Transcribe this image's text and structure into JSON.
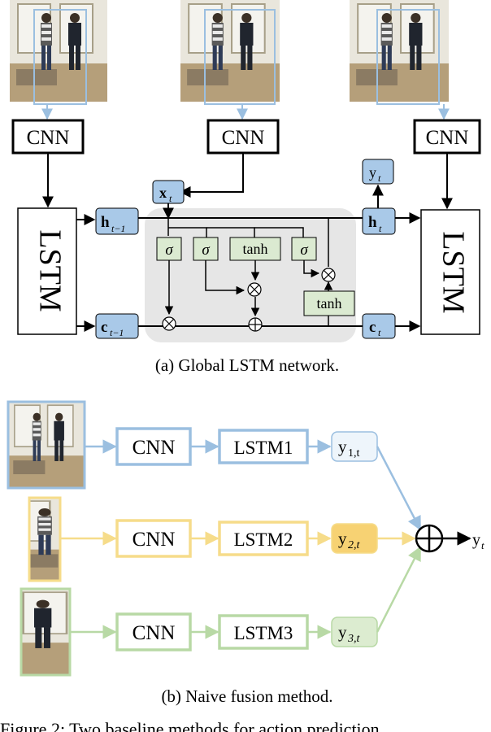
{
  "part_a": {
    "caption": "(a)  Global LSTM network.",
    "cnn_labels": [
      "CNN",
      "CNN",
      "CNN"
    ],
    "lstm_left": "LSTM",
    "lstm_right": "LSTM",
    "xt": "x",
    "xt_sub": "t",
    "yt": "y",
    "yt_sub": "t",
    "h_prev": "h",
    "h_prev_sub": "t−1",
    "c_prev": "c",
    "c_prev_sub": "t−1",
    "h_t": "h",
    "h_t_sub": "t",
    "c_t": "c",
    "c_t_sub": "t",
    "gates": [
      "σ",
      "σ",
      "tanh",
      "σ"
    ],
    "tanh_out": "tanh",
    "ops": [
      "⊗",
      "⊗",
      "⊗",
      "⊕"
    ]
  },
  "part_b": {
    "caption": "(b)  Naive fusion method.",
    "rows": [
      {
        "cnn": "CNN",
        "lstm": "LSTM1",
        "y": "y",
        "y_sub": "1,t",
        "color": "#9bbfe0",
        "fill": "#eef5fb"
      },
      {
        "cnn": "CNN",
        "lstm": "LSTM2",
        "y": "y",
        "y_sub": "2,t",
        "color": "#f6dc8a",
        "fill": "#f7d273"
      },
      {
        "cnn": "CNN",
        "lstm": "LSTM3",
        "y": "y",
        "y_sub": "3,t",
        "color": "#b8d9a5",
        "fill": "#dcecd0"
      }
    ],
    "fusion_symbol": "⊕",
    "output": "y",
    "output_sub": "t"
  },
  "figure_caption": "Figure 2:  Two baseline methods for action prediction.",
  "colors": {
    "node_blue": "#a9c9e8",
    "gate_green": "#dbead1",
    "cell_bg": "#e6e6e6",
    "frame_blue": "#9bbfe0"
  }
}
